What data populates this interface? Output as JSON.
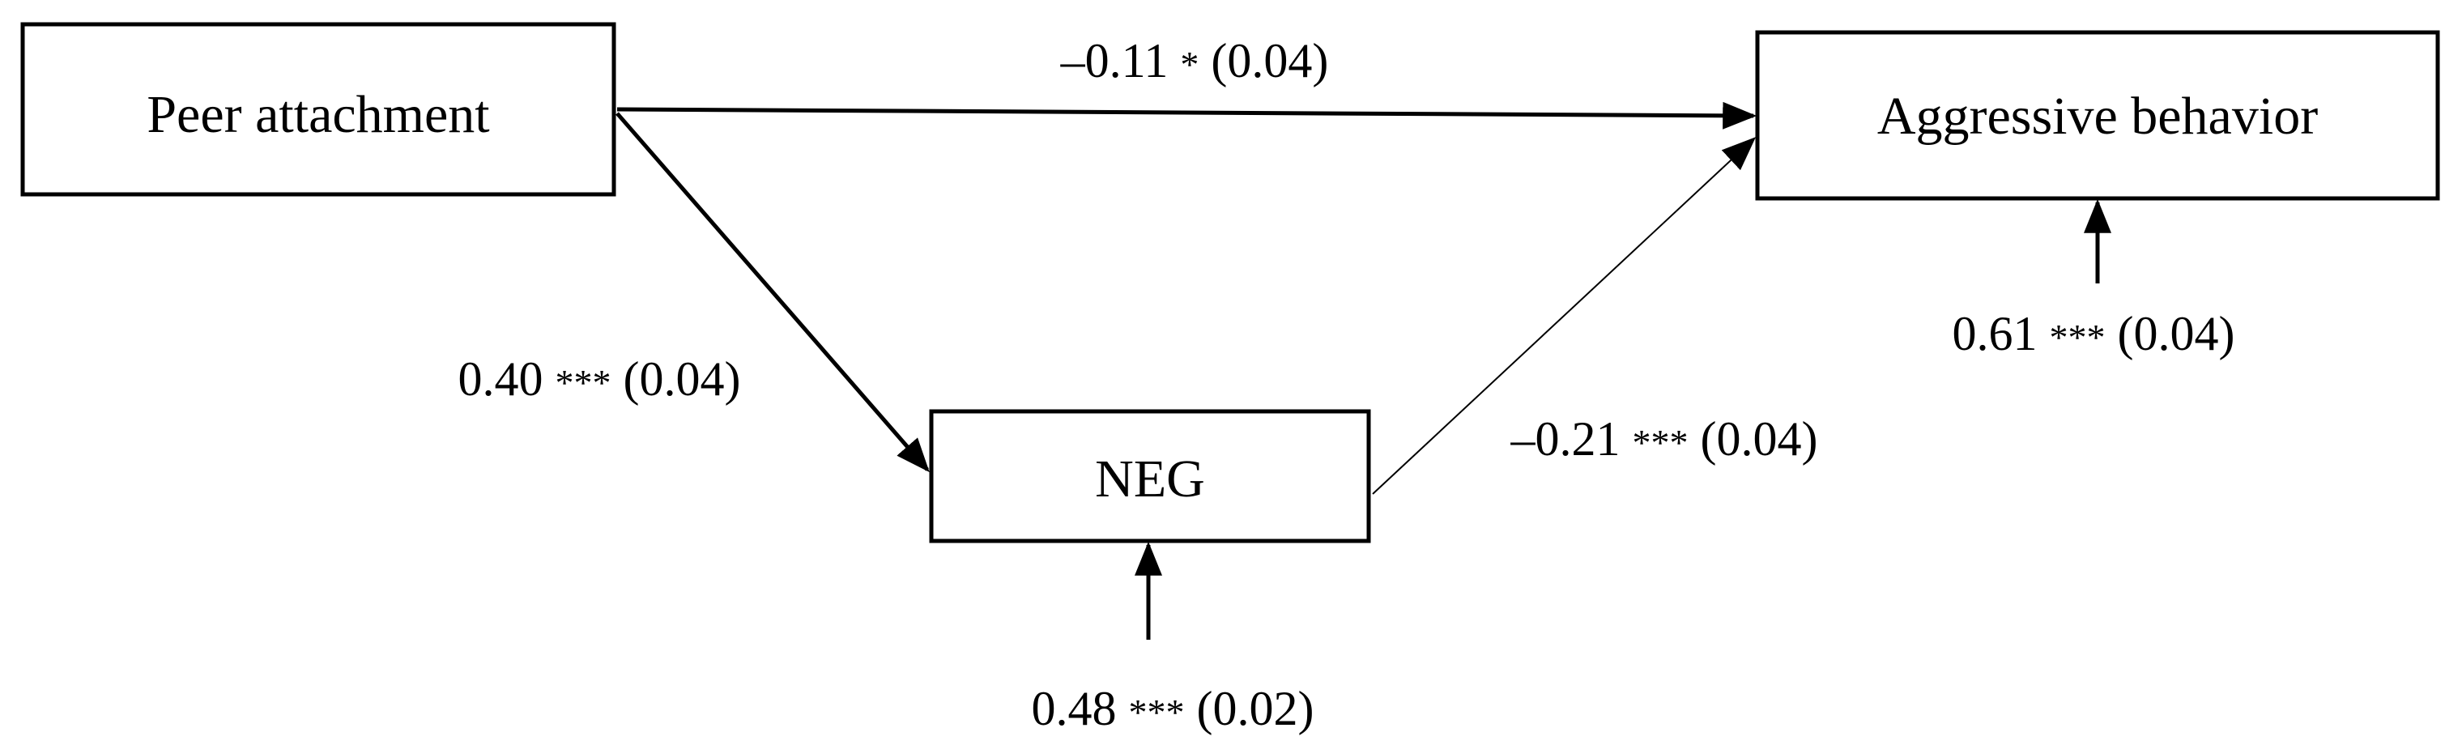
{
  "nodes": {
    "peer_attachment": {
      "label": "Peer attachment"
    },
    "aggressive_behavior": {
      "label": "Aggressive behavior"
    },
    "neg": {
      "label": "NEG"
    }
  },
  "edges": {
    "peer_to_aggressive": {
      "coef": "–0.11",
      "stars": "*",
      "se": "(0.04)"
    },
    "peer_to_neg": {
      "coef": "0.40",
      "stars": "***",
      "se": "(0.04)"
    },
    "neg_to_aggressive": {
      "coef": "–0.21",
      "stars": "***",
      "se": "(0.04)"
    }
  },
  "residuals": {
    "aggressive_behavior": {
      "coef": "0.61",
      "stars": "***",
      "se": "(0.04)"
    },
    "neg": {
      "coef": "0.48",
      "stars": "***",
      "se": "(0.02)"
    }
  }
}
